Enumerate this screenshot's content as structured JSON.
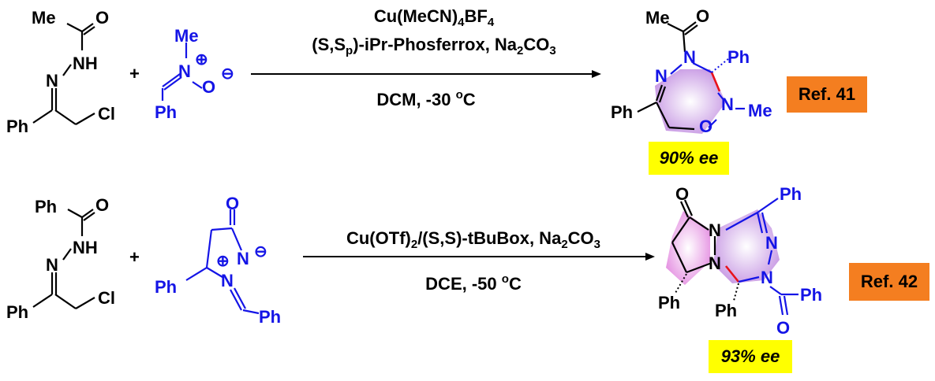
{
  "colors": {
    "black": "#000000",
    "blue": "#1414e6",
    "red": "#e8121b",
    "ring_fill": "#e7b5f0",
    "ref_bg": "#f47e20",
    "ee_bg": "#ffff00"
  },
  "r1": {
    "hydrazone": {
      "Me": "Me",
      "O": "O",
      "NH": "NH",
      "N": "N",
      "Ph": "Ph",
      "Cl": "Cl"
    },
    "plus": "+",
    "nitrone": {
      "Me": "Me",
      "N": "N",
      "plus": "⊕",
      "O": "O",
      "minus": "⊖",
      "Ph": "Ph"
    },
    "conditions": {
      "cat_prefix": "Cu(MeCN)",
      "cat_s1": "4",
      "cat_mid": "BF",
      "cat_s2": "4",
      "lig_a": "(S,S",
      "lig_sub": "p",
      "lig_b": ")-iPr-Phosferrox, Na",
      "lig_s1": "2",
      "lig_c": "CO",
      "lig_s2": "3",
      "solv_a": "DCM, -30 ",
      "solv_sup": "o",
      "solv_b": "C"
    },
    "product": {
      "Me": "Me",
      "O_top": "O",
      "N1": "N",
      "N2": "N",
      "Ph_top": "Ph",
      "N_me": "N",
      "Me_n": "Me",
      "O_ring": "O",
      "Ph_left": "Ph"
    },
    "ee": "90% ee",
    "ref": "Ref. 41"
  },
  "r2": {
    "hydrazone": {
      "Ph": "Ph",
      "O": "O",
      "NH": "NH",
      "N": "N",
      "Ph2": "Ph",
      "Cl": "Cl"
    },
    "plus": "+",
    "ylide": {
      "O": "O",
      "N_minus": "N",
      "minus": "⊖",
      "plus": "⊕",
      "N_plus": "N",
      "Ph_left": "Ph",
      "Ph_right": "Ph"
    },
    "conditions": {
      "cat_a": "Cu(OTf)",
      "cat_s1": "2",
      "cat_b": "/(S,S)-tBuBox, Na",
      "cat_s2": "2",
      "cat_c": "CO",
      "cat_s3": "3",
      "solv_a": "DCE, -50 ",
      "solv_sup": "o",
      "solv_b": "C"
    },
    "product": {
      "O": "O",
      "N1": "N",
      "N2": "N",
      "Ph_top": "Ph",
      "N3": "N",
      "N4": "N",
      "Ph_a": "Ph",
      "Ph_b": "Ph",
      "Ph_c": "Ph",
      "O_benz": "O"
    },
    "ee": "93% ee",
    "ref": "Ref. 42"
  }
}
